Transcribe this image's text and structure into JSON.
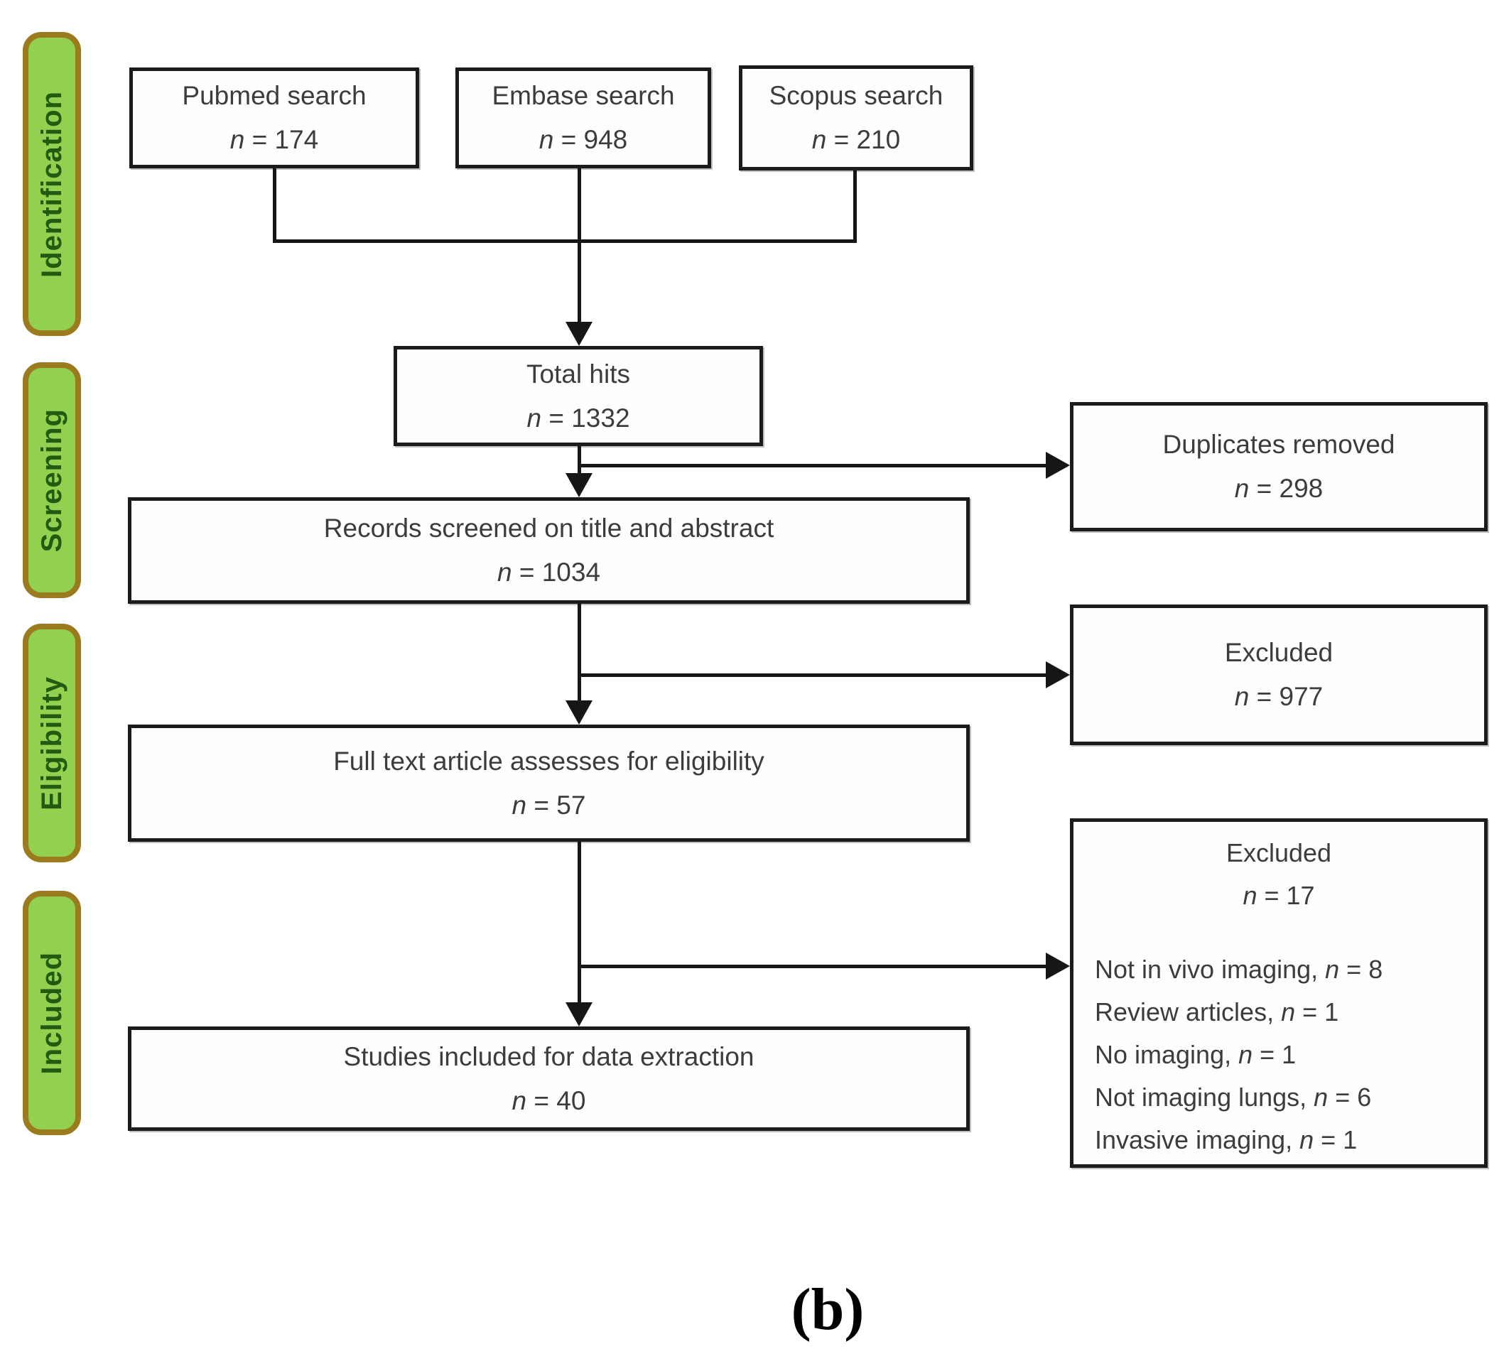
{
  "caption": "(b)",
  "colors": {
    "stage_fill": "#92d050",
    "stage_border": "#9c7b1f",
    "stage_text": "#215a10",
    "box_border": "#1b1b1b",
    "box_text": "#3c3c3c",
    "line": "#161616",
    "background": "#ffffff"
  },
  "stages": [
    {
      "label": "Identification"
    },
    {
      "label": "Screening"
    },
    {
      "label": "Eligibility"
    },
    {
      "label": "Included"
    }
  ],
  "boxes": {
    "pubmed": {
      "title": "Pubmed search",
      "n_prefix": "n",
      "n_value": " = 174"
    },
    "embase": {
      "title": "Embase search",
      "n_prefix": "n",
      "n_value": " = 948"
    },
    "scopus": {
      "title": "Scopus search",
      "n_prefix": "n",
      "n_value": " = 210"
    },
    "total": {
      "title": "Total hits",
      "n_prefix": "n",
      "n_value": " = 1332"
    },
    "duplicates": {
      "title": "Duplicates removed",
      "n_prefix": "n",
      "n_value": " = 298"
    },
    "records": {
      "title": "Records screened on title and abstract",
      "n_prefix": "n",
      "n_value": " = 1034"
    },
    "excluded_screening": {
      "title": "Excluded",
      "n_prefix": "n",
      "n_value": " = 977"
    },
    "fulltext": {
      "title": "Full text article assesses for eligibility",
      "n_prefix": "n",
      "n_value": " = 57"
    },
    "excluded_eligibility": {
      "title": "Excluded",
      "n_prefix": "n",
      "n_value": " = 17",
      "reasons": [
        {
          "text": "Not in vivo imaging, ",
          "n_prefix": "n",
          "n_value": " = 8"
        },
        {
          "text": "Review articles, ",
          "n_prefix": "n",
          "n_value": " = 1"
        },
        {
          "text": "No imaging, ",
          "n_prefix": "n",
          "n_value": " = 1"
        },
        {
          "text": "Not imaging lungs, ",
          "n_prefix": "n",
          "n_value": " = 6"
        },
        {
          "text": "Invasive imaging, ",
          "n_prefix": "n",
          "n_value": " = 1"
        }
      ]
    },
    "included": {
      "title": "Studies included for data extraction",
      "n_prefix": "n",
      "n_value": " = 40"
    }
  }
}
